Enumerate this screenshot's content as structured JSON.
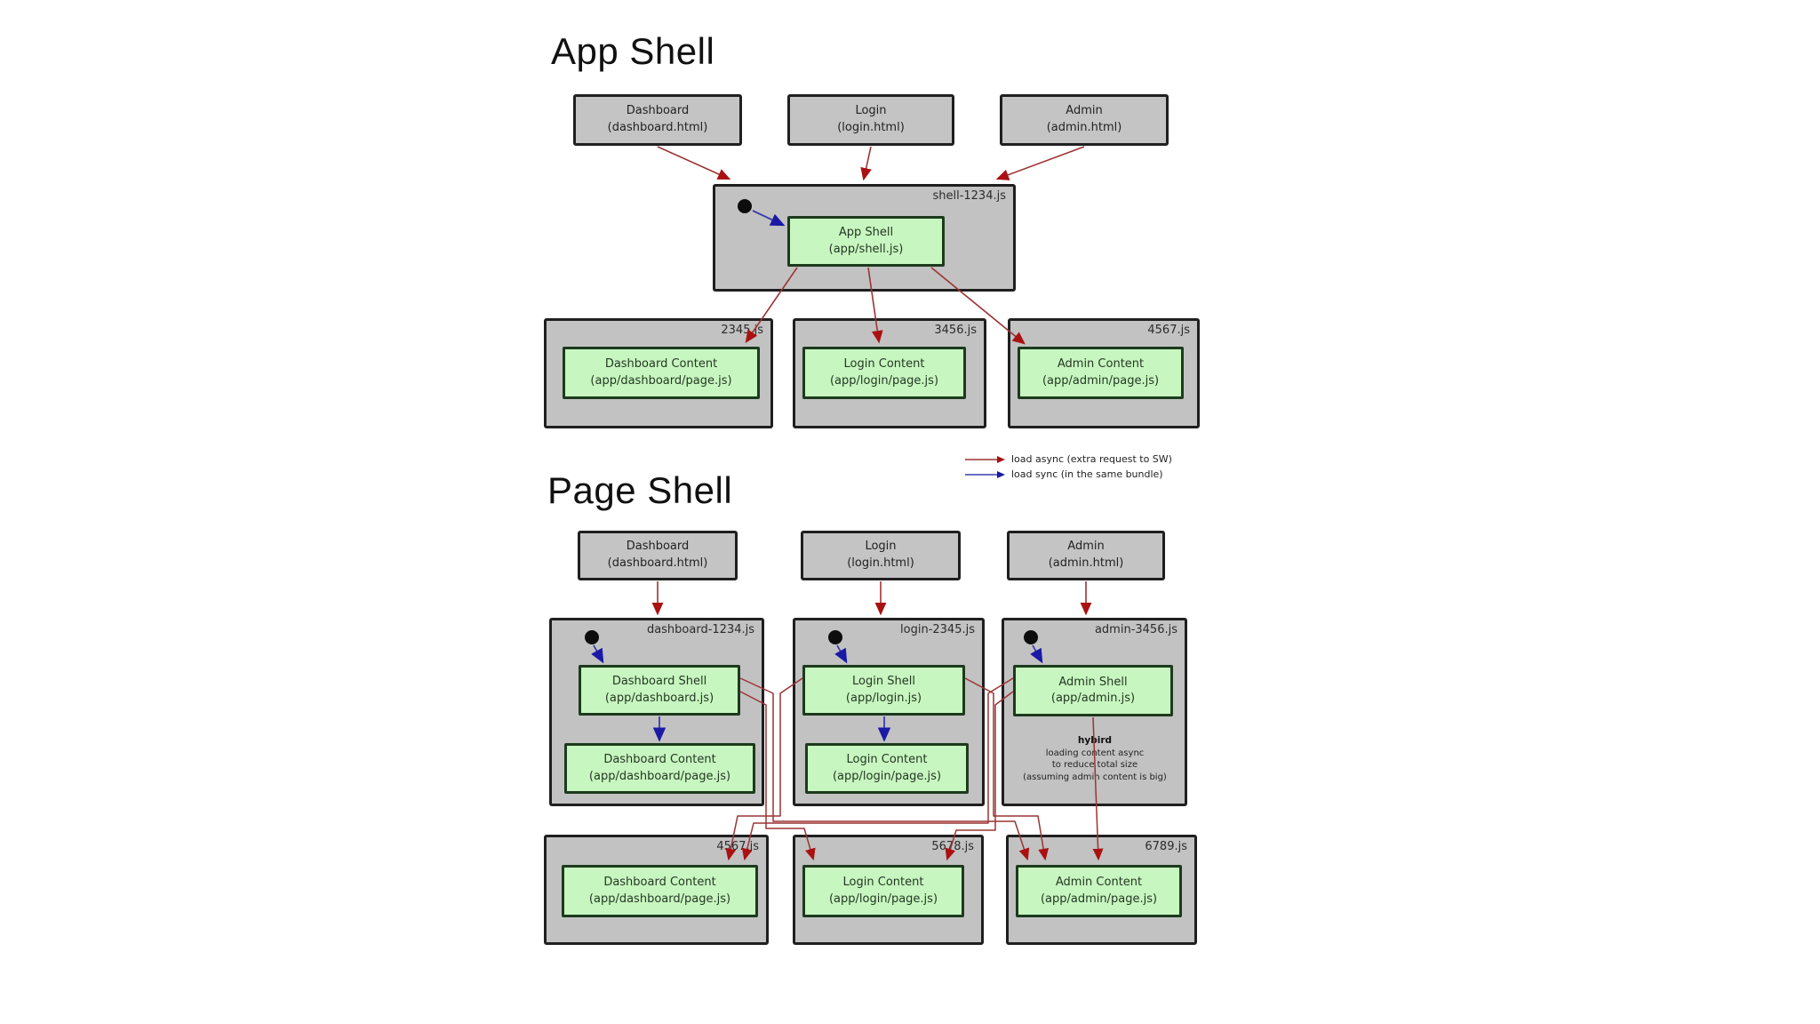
{
  "app_shell": {
    "title": "App Shell",
    "html_boxes": [
      {
        "title": "Dashboard",
        "file": "(dashboard.html)"
      },
      {
        "title": "Login",
        "file": "(login.html)"
      },
      {
        "title": "Admin",
        "file": "(admin.html)"
      }
    ],
    "shell_bundle": {
      "label": "shell-1234.js",
      "module_title": "App Shell",
      "module_path": "(app/shell.js)"
    },
    "content_bundles": [
      {
        "label": "2345.js",
        "module_title": "Dashboard Content",
        "module_path": "(app/dashboard/page.js)"
      },
      {
        "label": "3456.js",
        "module_title": "Login Content",
        "module_path": "(app/login/page.js)"
      },
      {
        "label": "4567.js",
        "module_title": "Admin Content",
        "module_path": "(app/admin/page.js)"
      }
    ]
  },
  "legend": {
    "async_label": "load async (extra request to SW)",
    "sync_label": "load sync (in the same bundle)"
  },
  "page_shell": {
    "title": "Page Shell",
    "html_boxes": [
      {
        "title": "Dashboard",
        "file": "(dashboard.html)"
      },
      {
        "title": "Login",
        "file": "(login.html)"
      },
      {
        "title": "Admin",
        "file": "(admin.html)"
      }
    ],
    "shell_bundles": [
      {
        "label": "dashboard-1234.js",
        "shell_title": "Dashboard Shell",
        "shell_path": "(app/dashboard.js)",
        "content_title": "Dashboard Content",
        "content_path": "(app/dashboard/page.js)"
      },
      {
        "label": "login-2345.js",
        "shell_title": "Login Shell",
        "shell_path": "(app/login.js)",
        "content_title": "Login Content",
        "content_path": "(app/login/page.js)"
      },
      {
        "label": "admin-3456.js",
        "shell_title": "Admin Shell",
        "shell_path": "(app/admin.js)",
        "note_heading": "hybird",
        "note_line1": "loading content async",
        "note_line2": "to reduce total size",
        "note_line3": "(assuming admin content is big)"
      }
    ],
    "content_bundles": [
      {
        "label": "4567.js",
        "module_title": "Dashboard Content",
        "module_path": "(app/dashboard/page.js)"
      },
      {
        "label": "5678.js",
        "module_title": "Login Content",
        "module_path": "(app/login/page.js)"
      },
      {
        "label": "6789.js",
        "module_title": "Admin Content",
        "module_path": "(app/admin/page.js)"
      }
    ]
  },
  "colors": {
    "container_fill": "#c2c2c2",
    "container_border": "#1f1f1f",
    "module_fill": "#c8f6c0",
    "module_border": "#1d3a1d",
    "async_line": "#9c3333",
    "async_head": "#aa1111",
    "sync_line": "#3d3dae",
    "sync_head": "#1a1aa6",
    "start_dot": "#0d0d0d"
  }
}
